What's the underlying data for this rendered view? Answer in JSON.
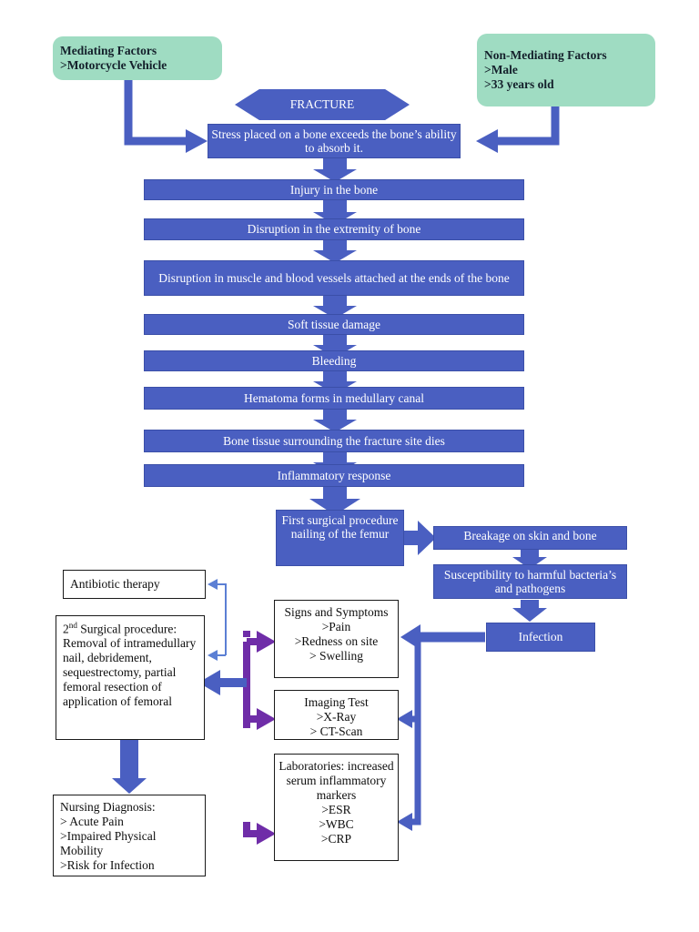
{
  "diagram": {
    "title": "Pathophysiology flowchart of femoral fracture and infection",
    "colors": {
      "process_blue": "#4A5FC1",
      "factor_mint": "#9FDCC2",
      "assessment_white": "#FFFFFF",
      "connector_purple": "#6F2DA8",
      "connector_blue": "#4A5FC1",
      "text_light": "#FFFFFF",
      "text_dark": "#0D0D0D"
    },
    "nodes": {
      "mediating_factors": "Mediating Factors\n>Motorcycle Vehicle",
      "non_mediating_factors": "Non-Mediating Factors\n>Male\n>33 years old",
      "fracture": "FRACTURE",
      "stress": "Stress placed on a bone exceeds the bone’s ability to absorb it.",
      "injury": "Injury in the bone",
      "disruption_extremity": "Disruption in the extremity of bone",
      "disruption_muscle": "Disruption in muscle and blood vessels attached at the ends of the bone",
      "soft_tissue": "Soft tissue damage",
      "bleeding": "Bleeding",
      "hematoma": "Hematoma forms in medullary canal",
      "bone_tissue_dies": "Bone tissue surrounding the fracture site dies",
      "inflammatory": "Inflammatory response",
      "first_surgery": "First surgical procedure nailing of the femur",
      "breakage": "Breakage on skin and bone",
      "susceptibility": "Susceptibility to harmful bacteria’s and  pathogens",
      "infection": "Infection",
      "antibiotic": "Antibiotic therapy",
      "second_surgery_prefix": "2",
      "second_surgery_sup": "nd",
      "second_surgery_body": " Surgical procedure: Removal of intramedullary nail, debridement, sequestrectomy, partial femoral resection of application of femoral",
      "signs_symptoms": "Signs and Symptoms\n>Pain\n>Redness on site\n> Swelling",
      "imaging_test": "Imaging Test\n>X-Ray\n> CT-Scan",
      "laboratories": "Laboratories: increased serum inflammatory markers\n>ESR\n>WBC\n>CRP",
      "nursing_diagnosis": "Nursing Diagnosis:\n> Acute Pain\n>Impaired Physical Mobility\n>Risk for Infection"
    },
    "edges": [
      {
        "from": "mediating_factors",
        "to": "stress",
        "style": "blue-elbow-right"
      },
      {
        "from": "non_mediating_factors",
        "to": "stress",
        "style": "blue-elbow-left"
      },
      {
        "from": "stress",
        "to": "injury",
        "style": "blue-down"
      },
      {
        "from": "injury",
        "to": "disruption_extremity",
        "style": "blue-down"
      },
      {
        "from": "disruption_extremity",
        "to": "disruption_muscle",
        "style": "blue-down"
      },
      {
        "from": "disruption_muscle",
        "to": "soft_tissue",
        "style": "blue-down"
      },
      {
        "from": "soft_tissue",
        "to": "bleeding",
        "style": "blue-down"
      },
      {
        "from": "bleeding",
        "to": "hematoma",
        "style": "blue-down"
      },
      {
        "from": "hematoma",
        "to": "bone_tissue_dies",
        "style": "blue-down"
      },
      {
        "from": "bone_tissue_dies",
        "to": "inflammatory",
        "style": "blue-down"
      },
      {
        "from": "inflammatory",
        "to": "first_surgery",
        "style": "blue-down"
      },
      {
        "from": "first_surgery",
        "to": "breakage",
        "style": "blue-right"
      },
      {
        "from": "breakage",
        "to": "susceptibility",
        "style": "blue-down"
      },
      {
        "from": "susceptibility",
        "to": "infection",
        "style": "blue-down"
      },
      {
        "from": "infection",
        "to": "signs_symptoms",
        "style": "blue-left"
      },
      {
        "from": "infection",
        "to": "imaging_test",
        "style": "blue-elbow-left"
      },
      {
        "from": "infection",
        "to": "laboratories",
        "style": "blue-elbow-left"
      },
      {
        "from": "signs_symptoms",
        "to": "second_surgery",
        "style": "purple-elbow-left"
      },
      {
        "from": "imaging_test",
        "to": "second_surgery",
        "style": "purple-elbow-left"
      },
      {
        "from": "laboratories",
        "to": "nursing_diagnosis",
        "style": "purple-left"
      },
      {
        "from": "second_surgery",
        "to": "antibiotic",
        "style": "thin-blue-elbow"
      },
      {
        "from": "second_surgery",
        "to": "nursing_diagnosis",
        "style": "blue-down"
      }
    ]
  }
}
